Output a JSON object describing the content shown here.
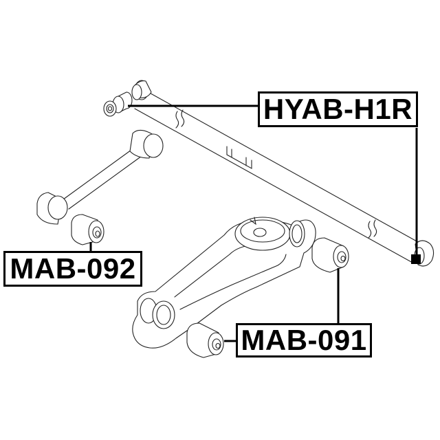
{
  "diagram": {
    "type": "exploded-parts-diagram",
    "background": "#ffffff",
    "line_color": "#000000",
    "labels": [
      {
        "id": "hyab-h1r",
        "text": "HYAB-H1R"
      },
      {
        "id": "mab-092",
        "text": "MAB-092"
      },
      {
        "id": "mab-091",
        "text": "MAB-091"
      }
    ],
    "parts": [
      {
        "name": "long-trailing-arm",
        "bushing_label": "HYAB-H1R"
      },
      {
        "name": "upper-lateral-link",
        "bushing_label": "MAB-092"
      },
      {
        "name": "lower-control-arm",
        "bushing_label": "MAB-091"
      }
    ]
  }
}
